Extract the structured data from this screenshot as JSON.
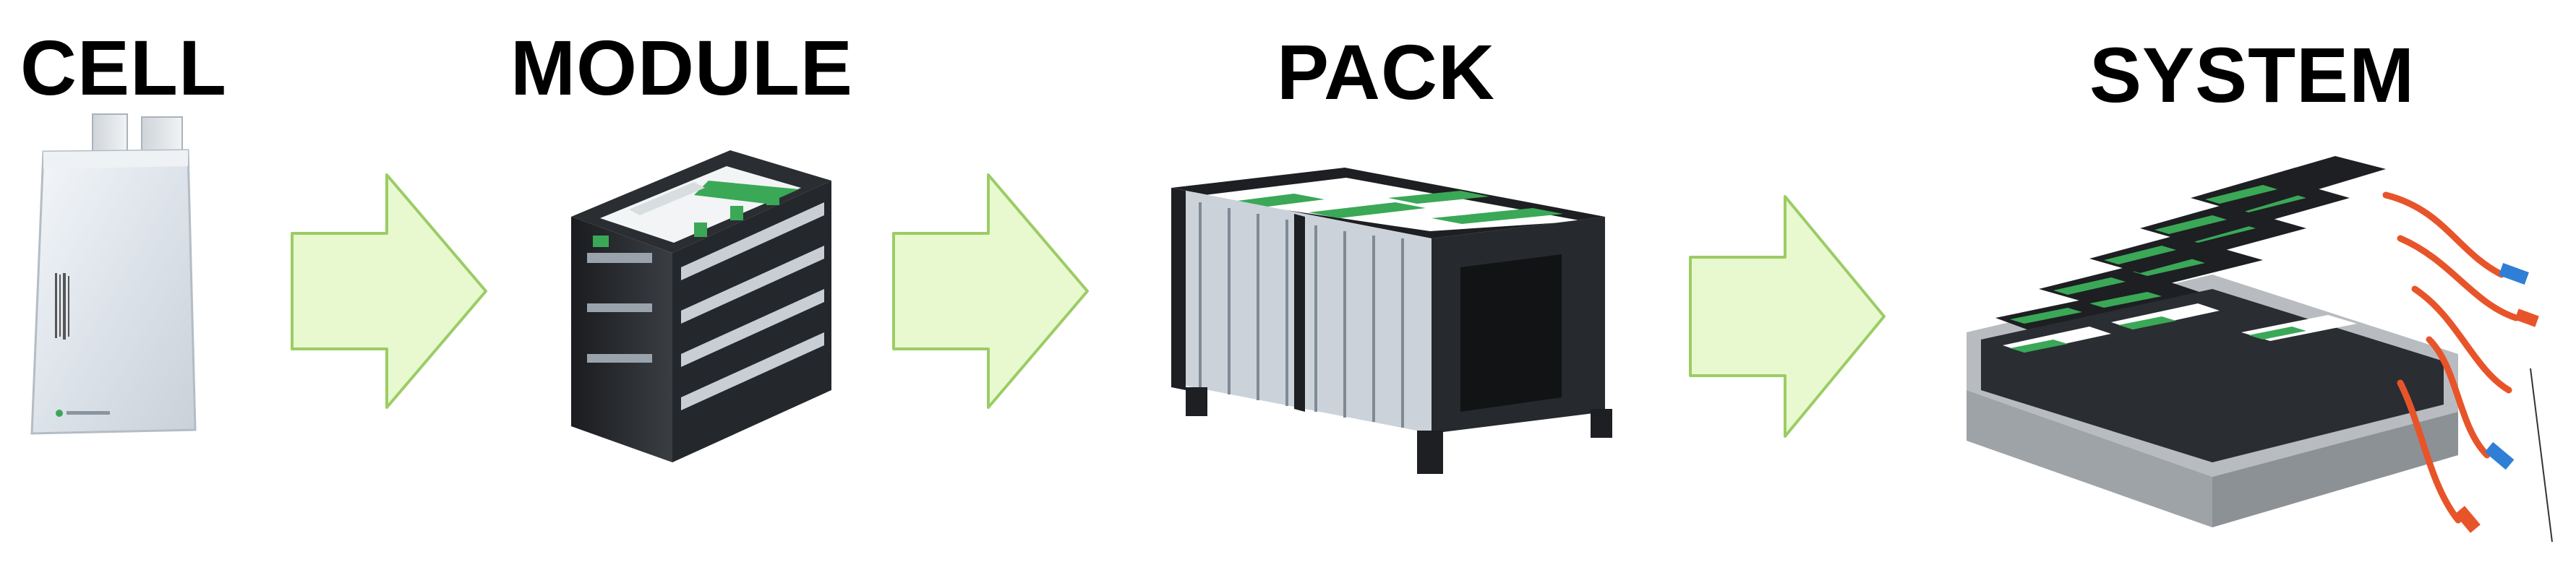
{
  "stages": [
    {
      "label": "CELL"
    },
    {
      "label": "MODULE"
    },
    {
      "label": "PACK"
    },
    {
      "label": "SYSTEM"
    }
  ],
  "colors": {
    "arrow_fill": "#e8f9d0",
    "arrow_stroke": "#9ccc65",
    "battery_green": "#3aa857",
    "casing_dark": "#1d1f22",
    "cell_silver": "#e4e9ee",
    "cable_orange": "#e8542a",
    "connector_blue": "#2f7fd6",
    "tray_steel": "#b8bcc0"
  }
}
